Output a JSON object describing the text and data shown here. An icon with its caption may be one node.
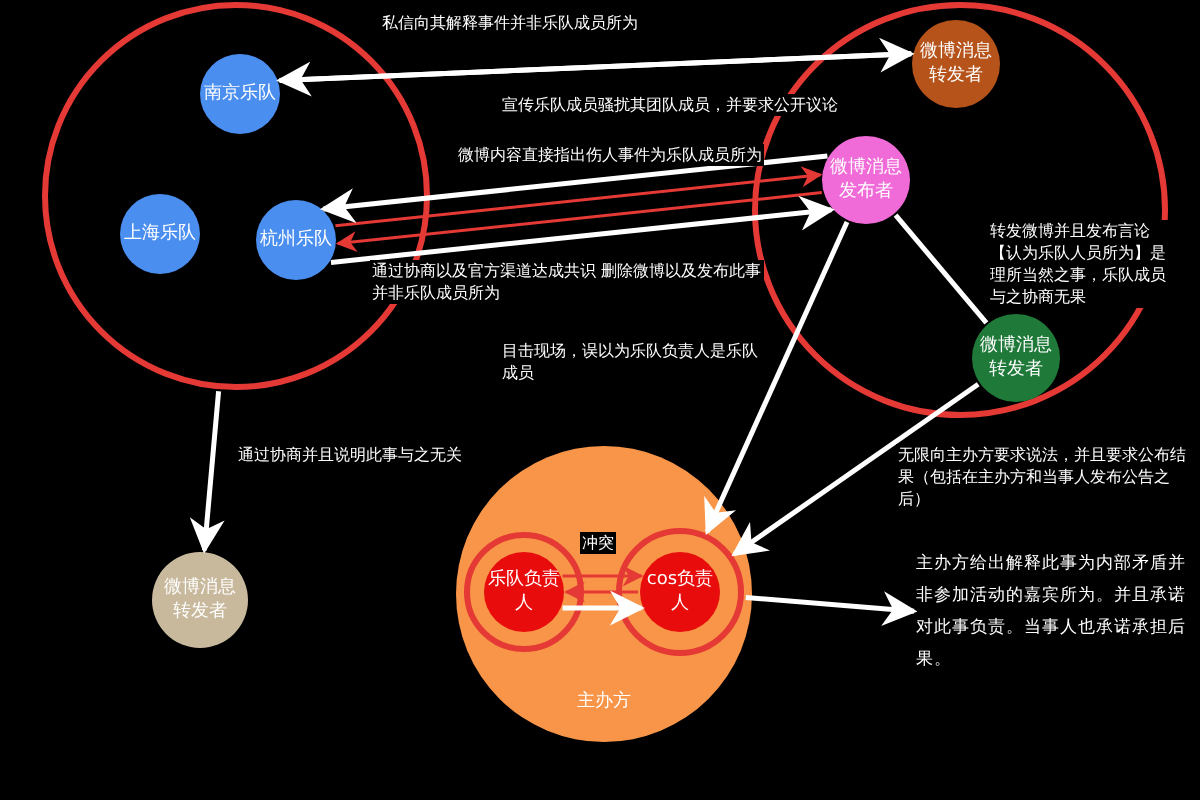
{
  "diagram": {
    "nodes": [
      {
        "text": [],
        "shape": "circle"
      },
      {
        "text": [
          "南京乐队"
        ],
        "in": 0
      },
      {
        "text": [
          "上海乐队"
        ],
        "in": 0
      },
      {
        "text": [
          "杭州乐队"
        ],
        "in": 0
      },
      {
        "text": [],
        "shape": "circle"
      },
      {
        "text": [
          "微博消息转发者"
        ],
        "in": 4
      },
      {
        "text": [
          "微博消息发布者"
        ],
        "in": 4
      },
      {
        "text": [
          "微博消息转发者"
        ],
        "in": 4
      },
      {
        "text": [
          "微博消息转发者"
        ]
      },
      {
        "text": [
          "主办方"
        ]
      },
      {
        "text": [],
        "shape": "circle",
        "in": 9
      },
      {
        "text": [
          "乐队负责人"
        ],
        "in": 10
      },
      {
        "text": [],
        "shape": "circle",
        "in": 9
      },
      {
        "text": [
          "cos负责人"
        ],
        "in": 12
      },
      {
        "text": [
          "主办方给出解释此事为内部矛盾并非参加活动的嘉宾所为。并且承诺对此事负责。当事人也承诺承担后果。"
        ]
      }
    ],
    "edges": [
      {
        "from": 1,
        "to": 5,
        "arrow": "to",
        "label": "私信向其解释事件并非乐队成员所为"
      },
      {
        "from": 5,
        "to": 1,
        "arrow": "to",
        "label": "宣传乐队成员骚扰其团队成员，并要求公开议论"
      },
      {
        "from": 3,
        "to": 6,
        "arrow": "to",
        "color": "#e53935"
      },
      {
        "from": 6,
        "to": 3,
        "arrow": "to",
        "label": "微博内容直接指出伤人事件为乐队成员所为"
      },
      {
        "from": 6,
        "to": 3,
        "arrow": "to",
        "color": "#e53935"
      },
      {
        "from": 3,
        "to": 6,
        "arrow": "to",
        "label": "通过协商以及官方渠道达成共识 删除微博以及发布此事并非乐队成员所为"
      },
      {
        "from": 6,
        "to": 7,
        "arrow": "none",
        "label": "转发微博并且发布言论【认为乐队人员所为】是理所当然之事，乐队成员与之协商无果"
      },
      {
        "from": 0,
        "to": 8,
        "arrow": "to",
        "label": "通过协商并且说明此事与之无关"
      },
      {
        "from": 6,
        "to": 12,
        "arrow": "to",
        "label": "目击现场，误以为乐队负责人是乐队成员"
      },
      {
        "from": 7,
        "to": 12,
        "arrow": "to",
        "label": "无限向主办方要求说法，并且要求公布结果（包括在主办方和当事人发布公告之后）"
      },
      {
        "from": 11,
        "to": 13,
        "arrow": "to",
        "color": "#e53935",
        "label": "冲突"
      },
      {
        "from": 13,
        "to": 11,
        "arrow": "to",
        "color": "#e53935"
      },
      {
        "from": 11,
        "to": 13,
        "arrow": "to"
      },
      {
        "from": 12,
        "to": 14,
        "arrow": "to"
      }
    ]
  }
}
